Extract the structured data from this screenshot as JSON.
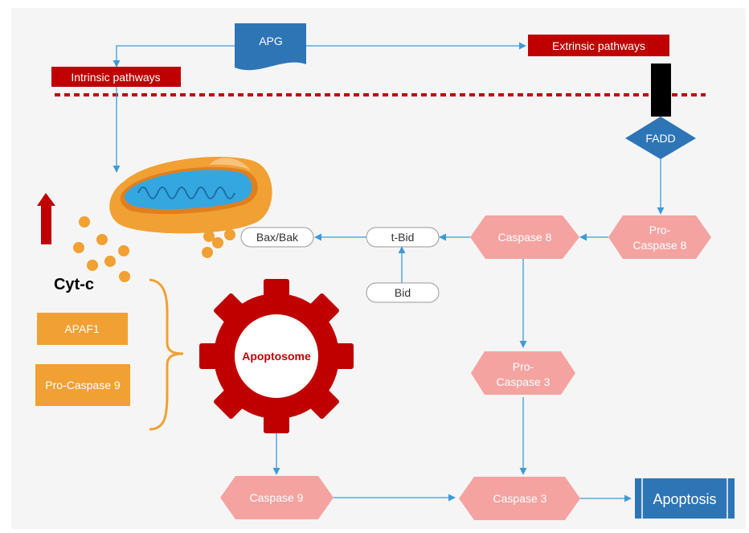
{
  "colors": {
    "canvas": "#f5f5f5",
    "blue": "#2e75b6",
    "arrow": "#3d9ad8",
    "red": "#c00000",
    "salmon": "#f4a3a1",
    "orange": "#f1a033",
    "black": "#000000"
  },
  "nodes": {
    "apg": "APG",
    "extrinsic": "Extrinsic pathways",
    "intrinsic": "Intrinsic pathways",
    "fadd": "FADD",
    "pro_caspase8": [
      "Pro-",
      "Caspase 8"
    ],
    "caspase8": "Caspase 8",
    "tbid": "t-Bid",
    "baxbak": "Bax/Bak",
    "bid": "Bid",
    "cytc": "Cyt-c",
    "apaf1": "APAF1",
    "pro_caspase9": "Pro-Caspase 9",
    "apoptosome": "Apoptosome",
    "pro_caspase3": [
      "Pro-",
      "Caspase 3"
    ],
    "caspase9": "Caspase 9",
    "caspase3": "Caspase 3",
    "apoptosis": "Apoptosis"
  },
  "icons": [
    "mitochondrion-icon",
    "up-arrow-icon",
    "gear-icon"
  ]
}
